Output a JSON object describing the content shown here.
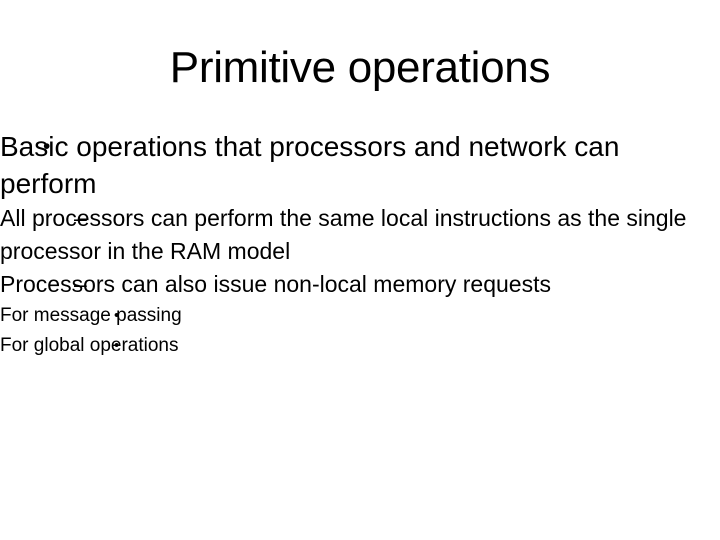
{
  "slide": {
    "title": "Primitive operations",
    "background_color": "#FFFFFF",
    "text_color": "#000000",
    "bullets": [
      {
        "level": 1,
        "marker": "•",
        "text": "Basic operations that processors and network can perform"
      },
      {
        "level": 2,
        "marker": "–",
        "text": "All processors can perform the same local instructions as the single processor in the RAM model"
      },
      {
        "level": 2,
        "marker": "–",
        "text": "Processors can also issue non-local memory requests"
      },
      {
        "level": 3,
        "marker": "•",
        "text": "For message passing"
      },
      {
        "level": 3,
        "marker": "•",
        "text": "For global operations"
      }
    ]
  }
}
